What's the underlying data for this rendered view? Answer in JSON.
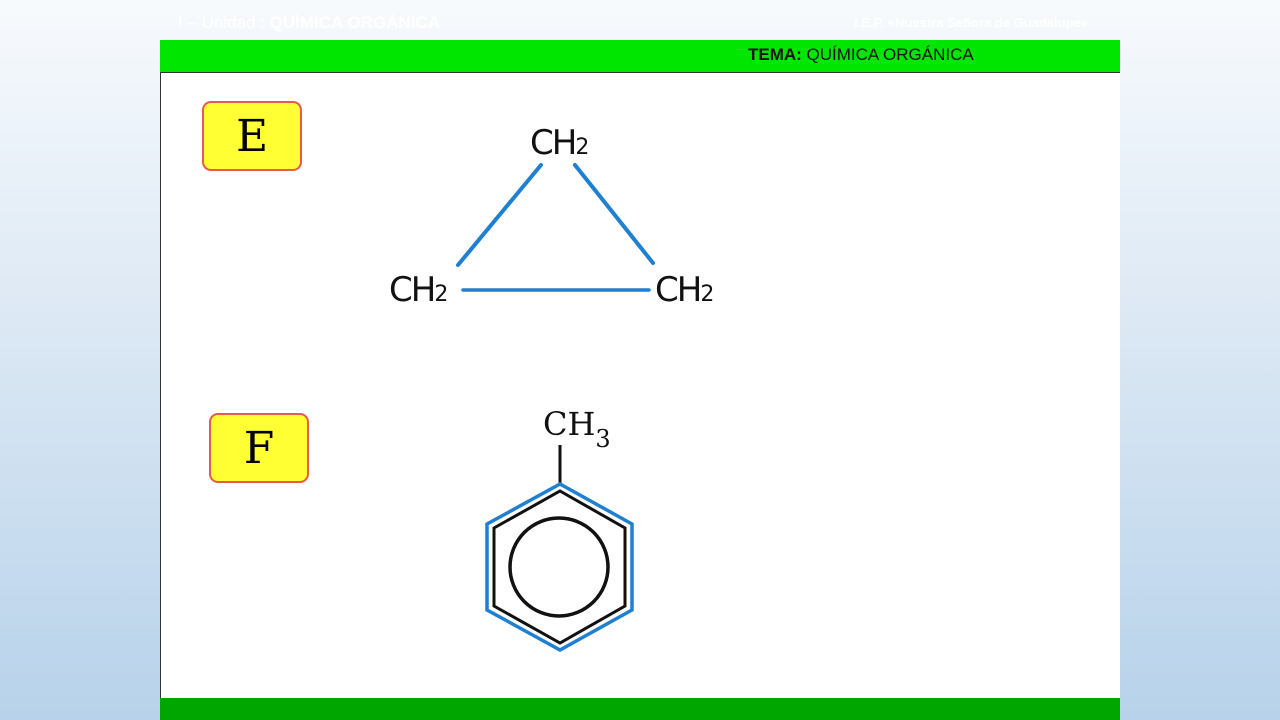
{
  "header": {
    "unit_prefix": "I – Unidad : ",
    "unit_title": "QUÍMICA  ORGÁNICA",
    "school": "I.E.P. «Nuestra Señora de Guadalupe»"
  },
  "topic": {
    "key": "TEMA:",
    "value": " QUÍMICA ORGÁNICA"
  },
  "items": [
    {
      "label": "E",
      "groups": [
        "CH",
        "CH",
        "CH"
      ],
      "subscripts": [
        "2",
        "2",
        "2"
      ]
    },
    {
      "label": "F",
      "substituent": "CH",
      "substituent_sub": "3"
    }
  ],
  "colors": {
    "green_bar": "#00e600",
    "footer_bar": "#00a600",
    "label_fill": "#ffff33",
    "label_border": "#e65a4f",
    "bond_blue": "#1f7fd0"
  }
}
